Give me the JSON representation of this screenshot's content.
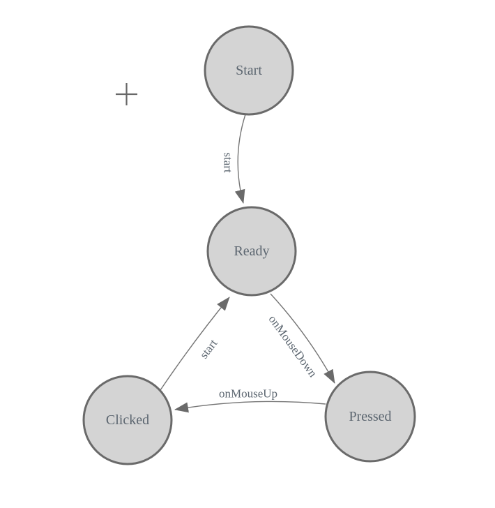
{
  "diagram": {
    "type": "state-machine",
    "background_color": "#ffffff",
    "colors": {
      "node_fill": "#d4d4d4",
      "node_border": "#6a6a6a",
      "edge_line": "#757575",
      "arrowhead": "#6a6a6a",
      "text": "#5c6670"
    },
    "nodes": [
      {
        "id": "start",
        "label": "Start"
      },
      {
        "id": "ready",
        "label": "Ready"
      },
      {
        "id": "clicked",
        "label": "Clicked"
      },
      {
        "id": "pressed",
        "label": "Pressed"
      }
    ],
    "edges": [
      {
        "from": "Start",
        "to": "Ready",
        "label": "start"
      },
      {
        "from": "Ready",
        "to": "Pressed",
        "label": "onMouseDown"
      },
      {
        "from": "Pressed",
        "to": "Clicked",
        "label": "onMouseUp"
      },
      {
        "from": "Clicked",
        "to": "Ready",
        "label": "start"
      }
    ],
    "cursor": {
      "icon": "crosshair-plus"
    }
  }
}
